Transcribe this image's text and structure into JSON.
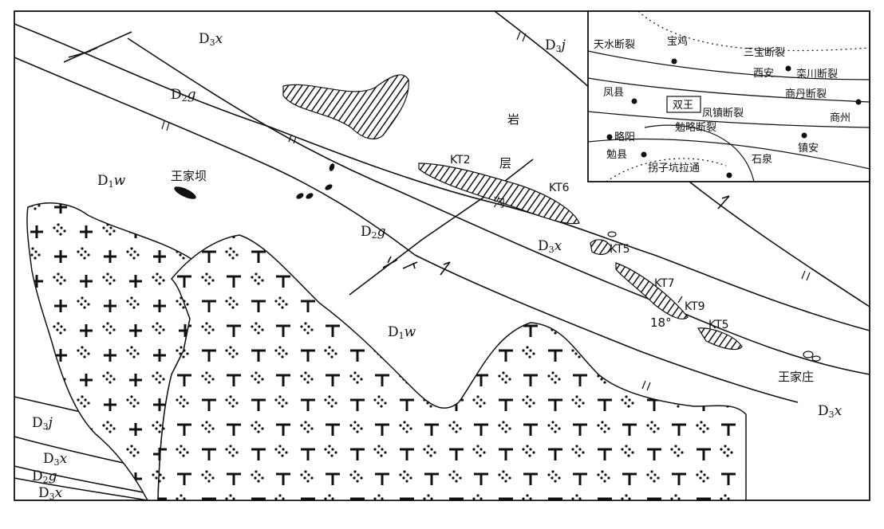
{
  "units": [
    {
      "id": "d3x-top",
      "pre": "D",
      "sub": "3",
      "suf": "x"
    },
    {
      "id": "d3j-top",
      "pre": "D",
      "sub": "3",
      "suf": "j"
    },
    {
      "id": "d2g-upper",
      "pre": "D",
      "sub": "2",
      "suf": "g"
    },
    {
      "id": "d1w-left",
      "pre": "D",
      "sub": "1",
      "suf": "w"
    },
    {
      "id": "d2g-mid",
      "pre": "D",
      "sub": "2",
      "suf": "g"
    },
    {
      "id": "d3x-mid",
      "pre": "D",
      "sub": "3",
      "suf": "x"
    },
    {
      "id": "d1w-center",
      "pre": "D",
      "sub": "1",
      "suf": "w"
    },
    {
      "id": "d3x-right",
      "pre": "D",
      "sub": "3",
      "suf": "x"
    },
    {
      "id": "d3j-bl",
      "pre": "D",
      "sub": "3",
      "suf": "j"
    },
    {
      "id": "d3x-bl1",
      "pre": "D",
      "sub": "3",
      "suf": "x"
    },
    {
      "id": "d2g-bl",
      "pre": "D",
      "sub": "2",
      "suf": "g"
    },
    {
      "id": "d3x-bl2",
      "pre": "D",
      "sub": "3",
      "suf": "x"
    }
  ],
  "labels": {
    "yan": "岩",
    "ceng": "层",
    "gou": "沟",
    "wangjiaba": "王家坝",
    "wangjiazhuang": "王家庄",
    "angle": "18°"
  },
  "orebodies": [
    "KT2",
    "KT6",
    "KT5",
    "KT7",
    "KT9",
    "KT5"
  ],
  "inset": {
    "faults": [
      "天水断裂",
      "三宝断裂",
      "栾川断裂",
      "商丹断裂",
      "凤镇断裂",
      "勉略断裂",
      "拐子坑拉通"
    ],
    "places": [
      "宝鸡",
      "西安",
      "凤县",
      "商州",
      "略阳",
      "镇安",
      "勉县",
      "石泉"
    ],
    "boxed": "双王"
  }
}
